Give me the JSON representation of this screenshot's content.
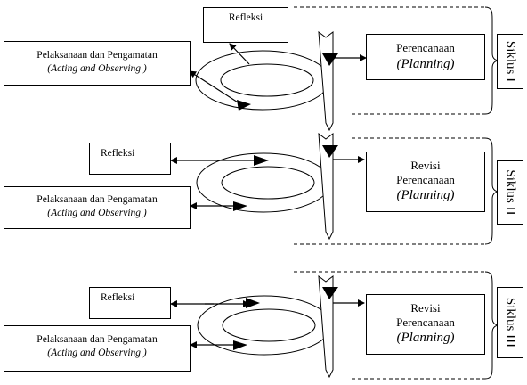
{
  "cycles": [
    {
      "reflection": "Refleksi",
      "acting_main": "Pelaksanaan dan Pengamatan",
      "acting_sub": "(Acting and Observing )",
      "planning_lines": [
        "Perencanaan"
      ],
      "planning_term": "(Planning)",
      "cycle_label": "Siklus I"
    },
    {
      "reflection": "Refleksi",
      "acting_main": "Pelaksanaan dan Pengamatan",
      "acting_sub": "(Acting and Observing )",
      "planning_lines": [
        "Revisi",
        "Perencanaan"
      ],
      "planning_term": "(Planning)",
      "cycle_label": "Siklus II"
    },
    {
      "reflection": "Refleksi",
      "acting_main": "Pelaksanaan dan Pengamatan",
      "acting_sub": "(Acting and Observing )",
      "planning_lines": [
        "Revisi",
        "Perencanaan"
      ],
      "planning_term": "(Planning)",
      "cycle_label": "Siklus III"
    }
  ]
}
